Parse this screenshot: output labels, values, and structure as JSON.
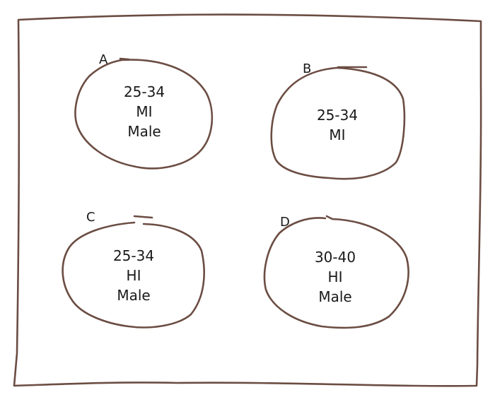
{
  "colors": {
    "stroke": "#6b4d43",
    "text": "#1a1a1a",
    "background": "#ffffff"
  },
  "segments": [
    {
      "id": "A",
      "label": "A",
      "age": "25-34",
      "income": "MI",
      "gender": "Male"
    },
    {
      "id": "B",
      "label": "B",
      "age": "25-34",
      "income": "MI",
      "gender": ""
    },
    {
      "id": "C",
      "label": "C",
      "age": "25-34",
      "income": "HI",
      "gender": "Male"
    },
    {
      "id": "D",
      "label": "D",
      "age": "30-40",
      "income": "HI",
      "gender": "Male"
    }
  ]
}
